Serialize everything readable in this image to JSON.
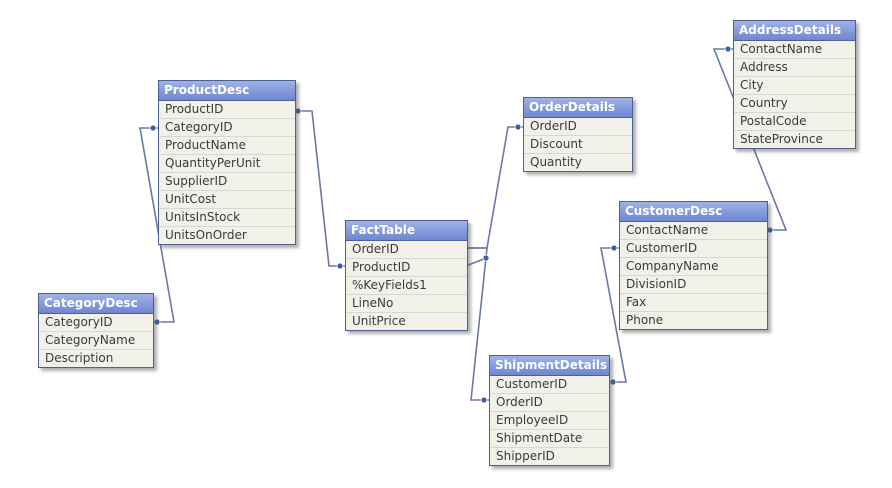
{
  "tables": [
    {
      "id": "ProductDesc",
      "title": "ProductDesc",
      "fields": [
        "ProductID",
        "CategoryID",
        "ProductName",
        "QuantityPerUnit",
        "SupplierID",
        "UnitCost",
        "UnitsInStock",
        "UnitsOnOrder"
      ]
    },
    {
      "id": "CategoryDesc",
      "title": "CategoryDesc",
      "fields": [
        "CategoryID",
        "CategoryName",
        "Description"
      ]
    },
    {
      "id": "FactTable",
      "title": "FactTable",
      "fields": [
        "OrderID",
        "ProductID",
        "%KeyFields1",
        "LineNo",
        "UnitPrice"
      ]
    },
    {
      "id": "OrderDetails",
      "title": "OrderDetails",
      "fields": [
        "OrderID",
        "Discount",
        "Quantity"
      ]
    },
    {
      "id": "ShipmentDetails",
      "title": "ShipmentDetails",
      "fields": [
        "CustomerID",
        "OrderID",
        "EmployeeID",
        "ShipmentDate",
        "ShipperID"
      ]
    },
    {
      "id": "CustomerDesc",
      "title": "CustomerDesc",
      "fields": [
        "ContactName",
        "CustomerID",
        "CompanyName",
        "DivisionID",
        "Fax",
        "Phone"
      ]
    },
    {
      "id": "AddressDetails",
      "title": "AddressDetails",
      "fields": [
        "ContactName",
        "Address",
        "City",
        "Country",
        "PostalCode",
        "StateProvince"
      ]
    }
  ],
  "colors": {
    "link": "#6b79a8",
    "node": "#3f5ea8",
    "header": "#7d93d8"
  }
}
